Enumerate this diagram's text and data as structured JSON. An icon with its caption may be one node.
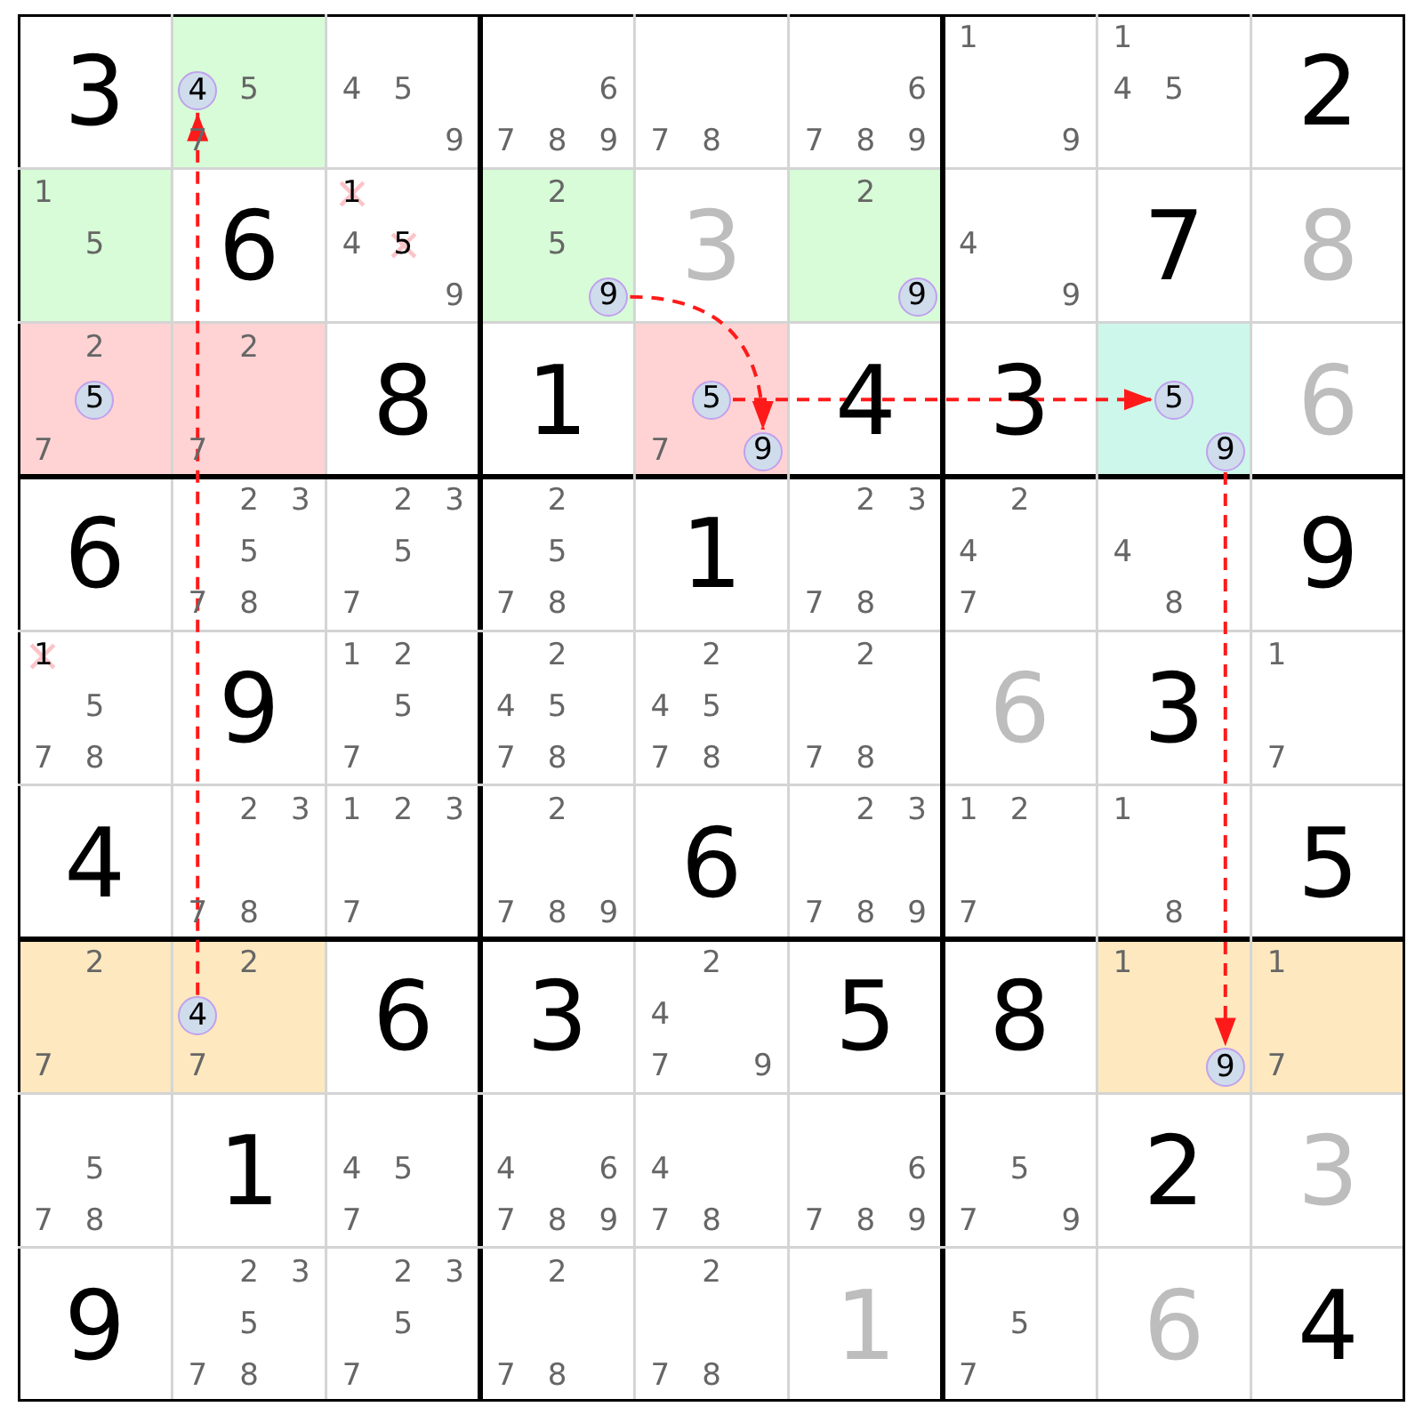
{
  "diagram": {
    "nodes": [
      {
        "text": [
          "4"
        ]
      },
      {
        "text": [
          "9"
        ]
      },
      {
        "text": [
          "9"
        ]
      },
      {
        "text": [
          "5"
        ]
      },
      {
        "text": [
          "5"
        ]
      },
      {
        "text": [
          "9"
        ]
      },
      {
        "text": [
          "5"
        ]
      },
      {
        "text": [
          "9"
        ]
      },
      {
        "text": [
          "4"
        ]
      },
      {
        "text": [
          "9"
        ]
      }
    ],
    "edges": [
      {
        "from": 8,
        "to": 0,
        "arrow": "to",
        "style": "dashed"
      },
      {
        "from": 1,
        "to": 5,
        "arrow": "to",
        "style": "dashed"
      },
      {
        "from": 4,
        "to": 6,
        "arrow": "to",
        "style": "dashed"
      },
      {
        "from": 7,
        "to": 9,
        "arrow": "to",
        "style": "dashed"
      }
    ],
    "labels": [
      "3",
      "5",
      "7",
      "4",
      "5",
      "9",
      "6",
      "7",
      "8",
      "9",
      "7",
      "8",
      "6",
      "7",
      "8",
      "9",
      "1",
      "9",
      "1",
      "4",
      "5",
      "2",
      "1",
      "5",
      "6",
      "1",
      "4",
      "5",
      "9",
      "2",
      "5",
      "3",
      "2",
      "4",
      "9",
      "7",
      "8",
      "2",
      "7",
      "2",
      "7",
      "8",
      "1",
      "7",
      "4",
      "3",
      "6",
      "6",
      "2",
      "3",
      "5",
      "7",
      "8",
      "2",
      "3",
      "5",
      "7",
      "2",
      "5",
      "7",
      "8",
      "1",
      "2",
      "3",
      "7",
      "8",
      "2",
      "4",
      "7",
      "4",
      "8",
      "9",
      "1",
      "5",
      "7",
      "8",
      "9",
      "1",
      "2",
      "5",
      "7",
      "2",
      "4",
      "5",
      "7",
      "8",
      "2",
      "4",
      "5",
      "7",
      "8",
      "2",
      "7",
      "8",
      "6",
      "3",
      "1",
      "7",
      "4",
      "2",
      "3",
      "7",
      "8",
      "1",
      "2",
      "3",
      "7",
      "2",
      "7",
      "8",
      "9",
      "6",
      "2",
      "3",
      "7",
      "8",
      "9",
      "1",
      "2",
      "7",
      "1",
      "8",
      "5",
      "2",
      "7",
      "2",
      "7",
      "6",
      "3",
      "2",
      "4",
      "7",
      "9",
      "5",
      "8",
      "1",
      "1",
      "7",
      "5",
      "7",
      "8",
      "1",
      "4",
      "5",
      "7",
      "4",
      "6",
      "7",
      "8",
      "9",
      "4",
      "7",
      "8",
      "6",
      "7",
      "8",
      "9",
      "5",
      "7",
      "9",
      "2",
      "3",
      "9",
      "2",
      "3",
      "5",
      "7",
      "8",
      "2",
      "3",
      "5",
      "7",
      "2",
      "7",
      "8",
      "2",
      "7",
      "8",
      "1",
      "5",
      "7",
      "6",
      "4"
    ]
  }
}
